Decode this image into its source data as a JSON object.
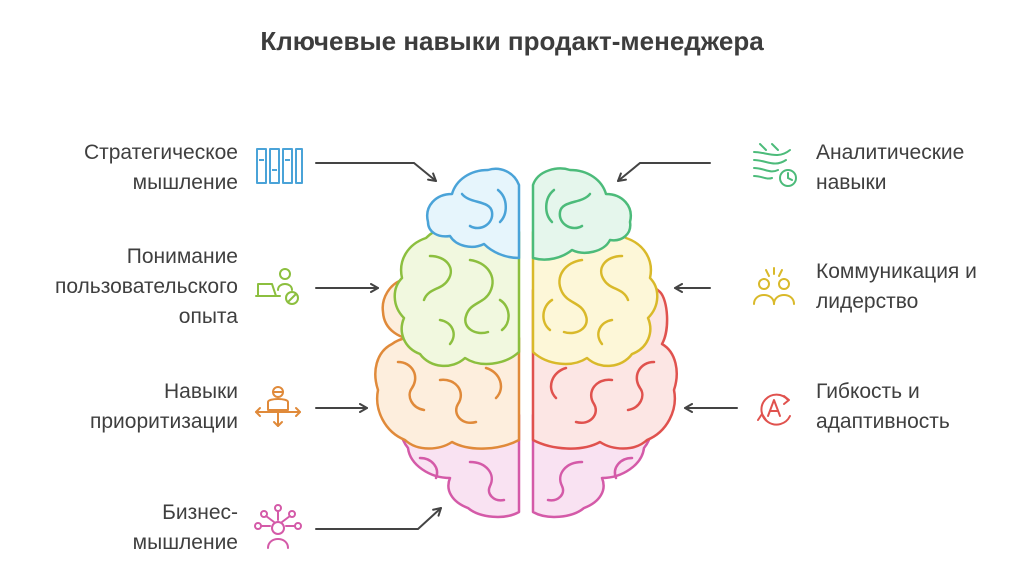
{
  "title": "Ключевые навыки продакт-менеджера",
  "skills": {
    "strategic": {
      "line1": "Стратегическое",
      "line2": "мышление",
      "color": "#4aa3d8",
      "icon": "columns-icon"
    },
    "ux": {
      "line1": "Понимание",
      "line2": "пользовательского",
      "line3": "опыта",
      "color": "#8cbf3f",
      "icon": "user-laptop-icon"
    },
    "prioritization": {
      "line1": "Навыки",
      "line2": "приоритизации",
      "color": "#e08a3a",
      "icon": "balance-person-icon"
    },
    "business": {
      "line1": "Бизнес-",
      "line2": "мышление",
      "color": "#d45aa8",
      "icon": "network-person-icon"
    },
    "analytics": {
      "line1": "Аналитические",
      "line2": "навыки",
      "color": "#4cbb7a",
      "icon": "data-clock-icon"
    },
    "communication": {
      "line1": "Коммуникация и",
      "line2": "лидерство",
      "color": "#d9b92a",
      "icon": "team-icon"
    },
    "flexibility": {
      "line1": "Гибкость и",
      "line2": "адаптивность",
      "color": "#e0524e",
      "icon": "adapt-a-icon"
    }
  }
}
